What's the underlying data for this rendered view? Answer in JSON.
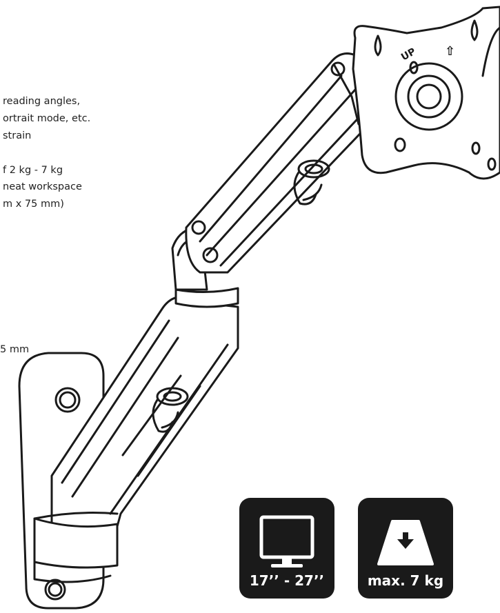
{
  "features": [
    "reading angles,",
    "ortrait mode, etc.",
    "strain",
    "f 2 kg - 7 kg",
    "neat workspace",
    "m x 75 mm)",
    "5 mm"
  ],
  "plate_labels": {
    "up": "UP",
    "arrow": "⇧"
  },
  "badges": {
    "screen_size": {
      "icon": "monitor-icon",
      "label": "17’’ - 27’’"
    },
    "max_weight": {
      "icon": "weight-icon",
      "label": "max. 7 kg"
    }
  },
  "colors": {
    "line": "#1a1a1a",
    "badge_bg": "#1a1a1a",
    "badge_fg": "#ffffff"
  }
}
